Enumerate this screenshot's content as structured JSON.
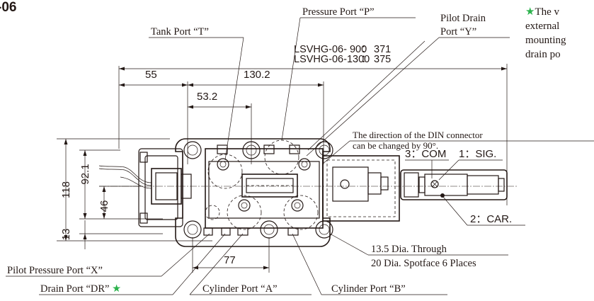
{
  "header": {
    "model_suffix": "-06"
  },
  "model_table": [
    {
      "model": "LSVHG-06- 900",
      "sep": "：",
      "value": "371"
    },
    {
      "model": "LSVHG-06-1300",
      "sep": "：",
      "value": "375"
    }
  ],
  "ports": {
    "pressure": {
      "name": "Pressure Port",
      "code": "P"
    },
    "tank": {
      "name": "Tank Port",
      "code": "T"
    },
    "pilot_drain": {
      "line1": "Pilot Drain",
      "name": "Port",
      "code": "Y"
    },
    "pilot_pressure": {
      "name": "Pilot Pressure Port",
      "code": "X"
    },
    "drain": {
      "name": "Drain Port",
      "code": "DR"
    },
    "cylinder_a": {
      "name": "Cylinder Port",
      "code": "A"
    },
    "cylinder_b": {
      "name": "Cylinder Port",
      "code": "B"
    }
  },
  "connector": {
    "note_line1": "The direction of the DIN connector",
    "note_line2": "can be changed by 90°.",
    "pin3": "3：COM",
    "pin1": "1：SIG.",
    "pin2": "2：CAR."
  },
  "mounting": {
    "line1": "13.5 Dia. Through",
    "line2": "20 Dia. Spotface 6 Places"
  },
  "side_note": {
    "star": "★",
    "lines": [
      "The v",
      "external",
      "mounting",
      "drain po"
    ]
  },
  "dimensions": {
    "d55": "55",
    "d130": "130.2",
    "d53": "53.2",
    "d118": "118",
    "d92": "92.1",
    "d46": "46",
    "d13": "13",
    "d77": "77"
  },
  "icons": {
    "drain_star": "★"
  }
}
